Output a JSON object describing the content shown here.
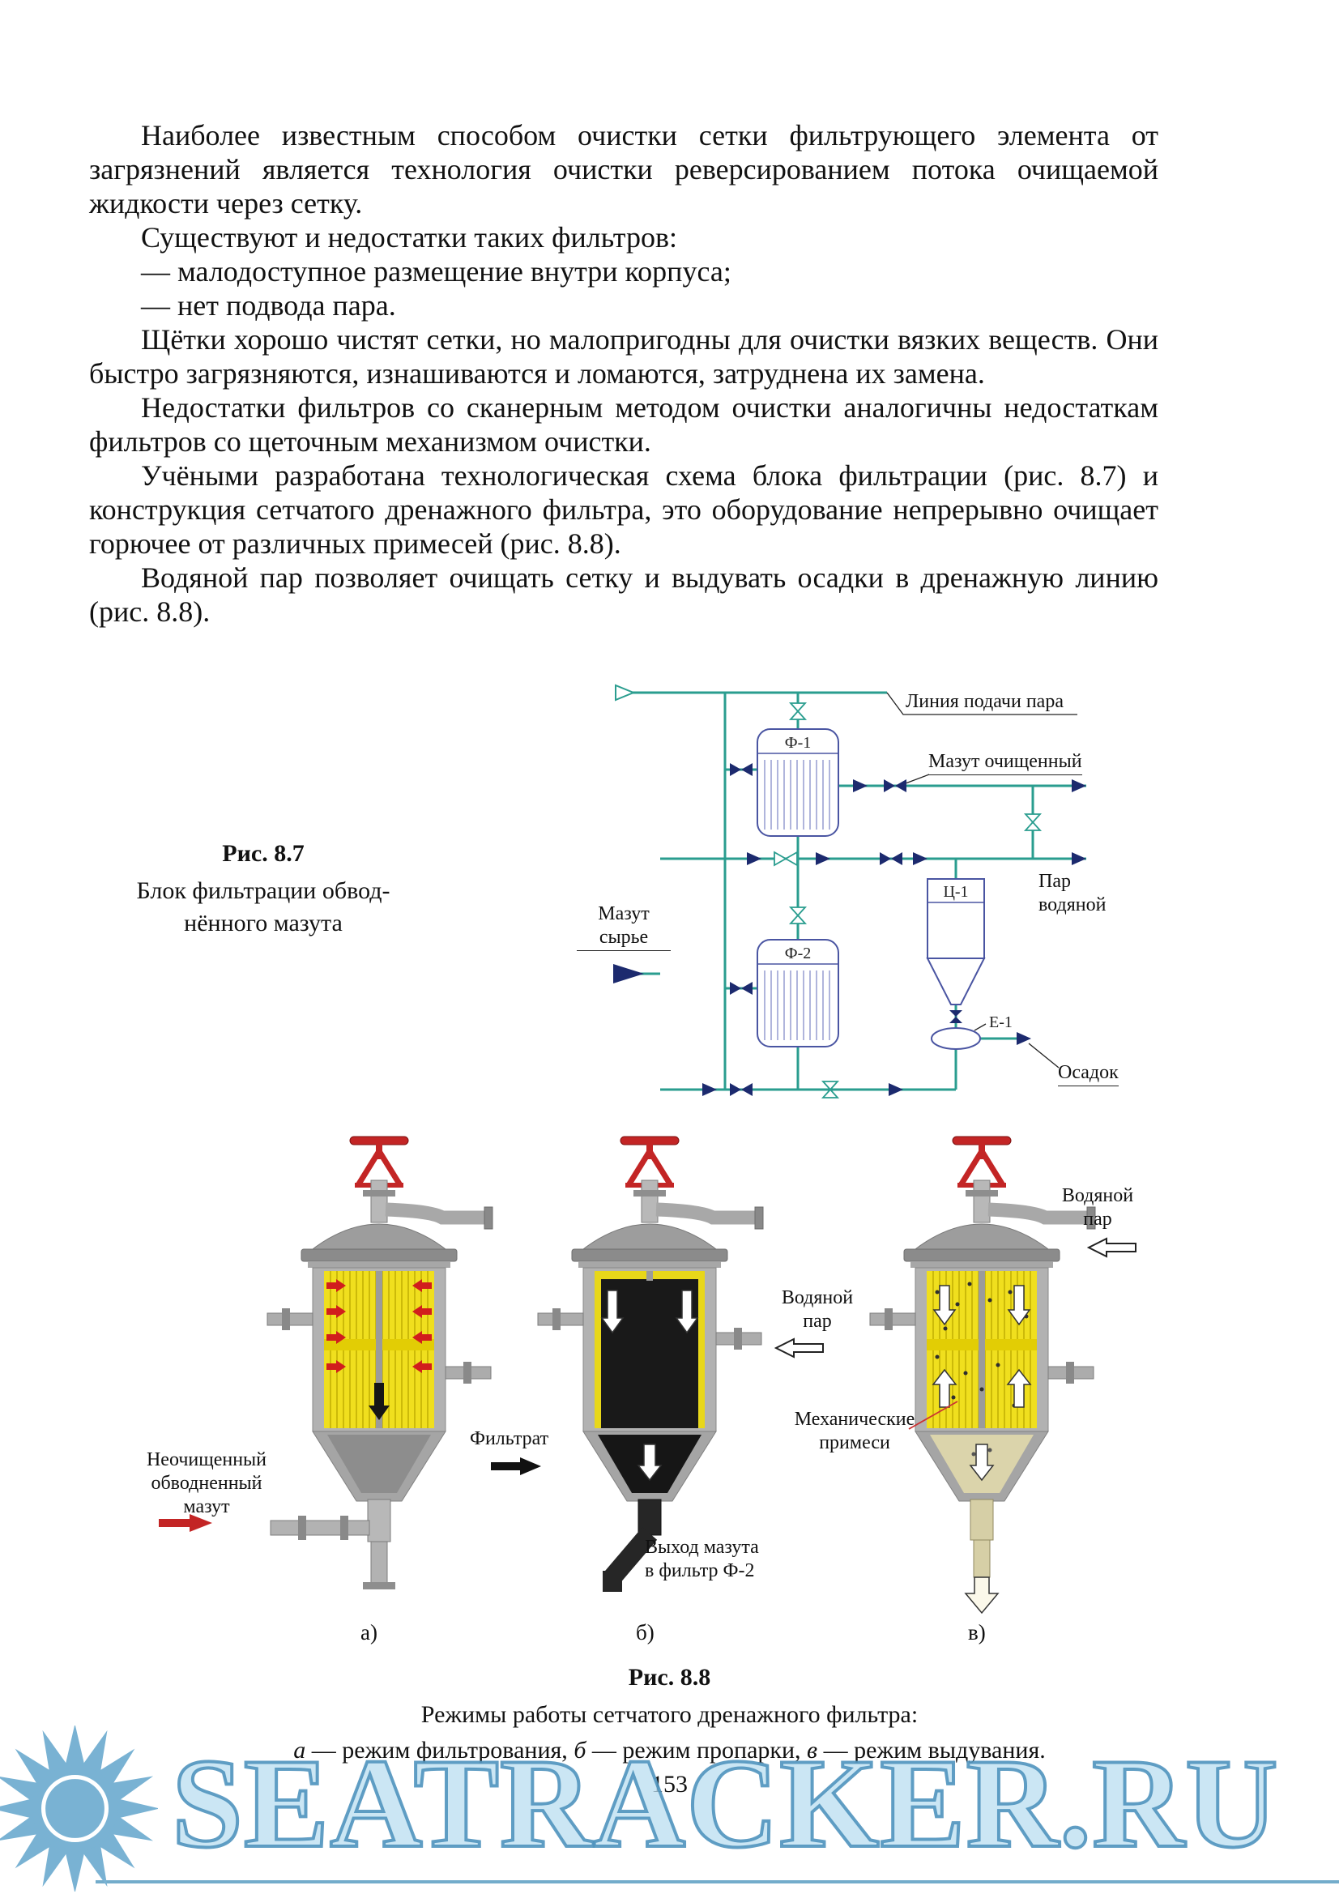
{
  "page": {
    "number": "153"
  },
  "colors": {
    "pipe_teal": "#2a9d8f",
    "navy": "#1c2a6e",
    "vessel_outline_blue": "#4a55a2",
    "valve_red": "#c32525",
    "mesh_yellow": "#f0df1e",
    "watermark_blue": "#5b9dc2"
  },
  "text": {
    "p1": "Наиболее известным способом очистки сетки фильтрующего элемента от загрязнений является технология очистки реверсированием потока очищаемой жидкости через сетку.",
    "p2": "Существуют и недостатки таких фильтров:",
    "p3": "— малодоступное размещение внутри корпуса;",
    "p4": "— нет подвода пара.",
    "p5": "Щётки хорошо чистят сетки, но малопригодны для очистки вязких веществ. Они быстро загрязняются, изнашиваются и ломаются, затруднена их замена.",
    "p6": "Недостатки фильтров со сканерным методом очистки аналогичны недостаткам фильтров со щеточным механизмом очистки.",
    "p7": "Учёными разработана технологическая схема блока фильтрации (рис. 8.7) и конструкция сетчатого дренажного фильтра, это оборудование непрерывно очищает горючее от различных примесей (рис. 8.8).",
    "p8": "Водяной пар позволяет очищать сетку и выдувать осадки в дренажную линию (рис. 8.8)."
  },
  "fig87": {
    "title": "Рис. 8.7",
    "caption": "Блок фильтрации обвод-\nнённого мазута",
    "labels": {
      "steam_line": "Линия подачи пара",
      "clean_mazut": "Мазут очищенный",
      "raw_mazut": "Мазут\nсырье",
      "steam_out": "Пар\nводяной",
      "sediment": "Осадок",
      "f1": "Ф-1",
      "f2": "Ф-2",
      "c1": "Ц-1",
      "e1": "Е-1"
    }
  },
  "fig88": {
    "title": "Рис. 8.8",
    "caption": "Режимы работы сетчатого дренажного фильтра:",
    "legend": {
      "a_letter": "а",
      "a_text": " — режим фильтрования, ",
      "b_letter": "б",
      "b_text": " — режим пропарки, ",
      "v_letter": "в",
      "v_text": " — режим выдувания."
    },
    "labels": {
      "dirty": "Неочищенный\nобводненный\nмазут",
      "filtrate": "Фильтрат",
      "steam_b": "Водяной\nпар",
      "steam_v": "Водяной\nпар",
      "out_b": "Выход мазута\nв фильтр Ф-2",
      "impurities": "Механические\nпримеси",
      "sub_a": "а)",
      "sub_b": "б)",
      "sub_v": "в)"
    }
  },
  "watermark": {
    "text": "SEATRACKER.RU"
  }
}
